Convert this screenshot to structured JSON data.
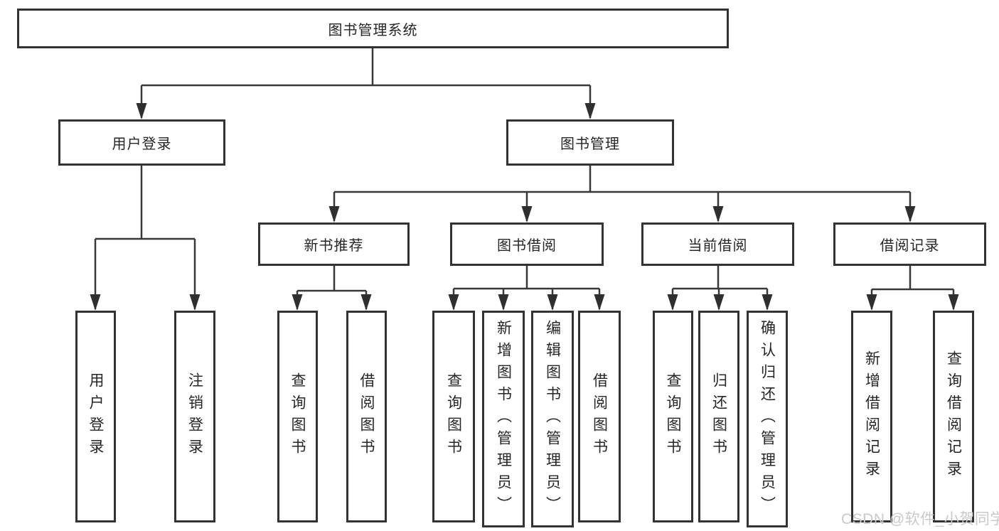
{
  "diagram": {
    "root": "图书管理系统",
    "level2": {
      "user_login": "用户登录",
      "book_management": "图书管理"
    },
    "level3": {
      "new_book_recommend": "新书推荐",
      "book_borrowing": "图书借阅",
      "current_borrowing": "当前借阅",
      "borrowing_records": "借阅记录"
    },
    "leaves": {
      "user_login": "用户登录",
      "logout_login": "注销登录",
      "recommend_query_books": "查询图书",
      "recommend_borrow_books": "借阅图书",
      "borrowing_query_books": "查询图书",
      "borrowing_add_books_admin": "新增图书（管理员）",
      "borrowing_edit_books_admin": "编辑图书（管理员）",
      "borrowing_borrow_books": "借阅图书",
      "current_query_books": "查询图书",
      "current_return_books": "归还图书",
      "current_confirm_return_admin": "确认归还（管理员）",
      "records_add_record": "新增借阅记录",
      "records_query_record": "查询借阅记录"
    },
    "hierarchy": {
      "图书管理系统": {
        "用户登录": [
          "用户登录",
          "注销登录"
        ],
        "图书管理": {
          "新书推荐": [
            "查询图书",
            "借阅图书"
          ],
          "图书借阅": [
            "查询图书",
            "新增图书（管理员）",
            "编辑图书（管理员）",
            "借阅图书"
          ],
          "当前借阅": [
            "查询图书",
            "归还图书",
            "确认归还（管理员）"
          ],
          "借阅记录": [
            "新增借阅记录",
            "查询借阅记录"
          ]
        }
      }
    }
  },
  "watermark": {
    "text": "CSDN @软件_小贺同学"
  },
  "colors": {
    "line": "#383838",
    "arrow": "#2f2f2f",
    "box_border": "#333333",
    "text": "#262626",
    "watermark": "#c9c9c9",
    "background": "#ffffff"
  }
}
